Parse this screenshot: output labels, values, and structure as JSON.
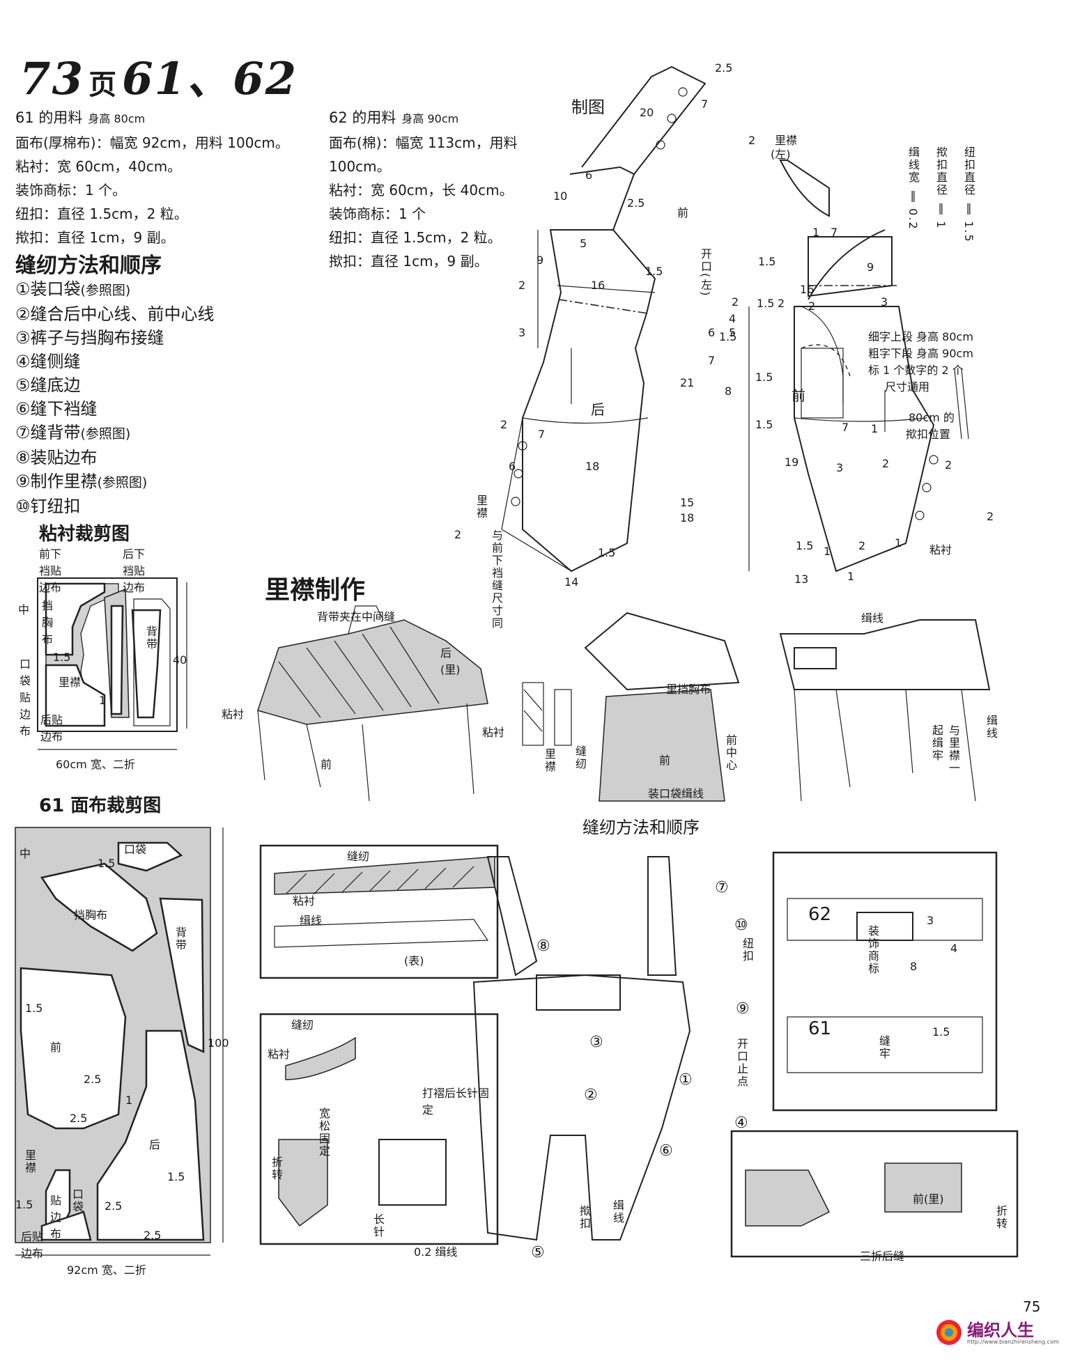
{
  "header": {
    "page_no": "73",
    "page_char": "页",
    "items": "61、62"
  },
  "materials_61": {
    "title": "61 的用料",
    "size": "身高 80cm",
    "lines": [
      "面布(厚棉布)：幅宽 92cm，用料 100cm。",
      "粘衬：宽 60cm，40cm。",
      "装饰商标：1 个。",
      "纽扣：直径 1.5cm，2 粒。",
      "揿扣：直径 1cm，9 副。"
    ]
  },
  "materials_62": {
    "title": "62 的用料",
    "size": "身高 90cm",
    "lines": [
      "面布(棉)：幅宽 113cm，用料",
      "100cm。",
      "粘衬：宽 60cm，长 40cm。",
      "装饰商标：1 个",
      "纽扣：直径 1.5cm，2 粒。",
      "揿扣：直径 1cm，9 副。"
    ]
  },
  "sewing": {
    "title": "缝纫方法和顺序",
    "steps": [
      {
        "no": "①",
        "text": "装口袋",
        "ref": "(参照图)"
      },
      {
        "no": "②",
        "text": "缝合后中心线、前中心线",
        "ref": ""
      },
      {
        "no": "③",
        "text": "裤子与挡胸布接缝",
        "ref": ""
      },
      {
        "no": "④",
        "text": "缝侧缝",
        "ref": ""
      },
      {
        "no": "⑤",
        "text": "缝底边",
        "ref": ""
      },
      {
        "no": "⑥",
        "text": "缝下裆缝",
        "ref": ""
      },
      {
        "no": "⑦",
        "text": "缝背带",
        "ref": "(参照图)"
      },
      {
        "no": "⑧",
        "text": "装贴边布",
        "ref": ""
      },
      {
        "no": "⑨",
        "text": "制作里襟",
        "ref": "(参照图)"
      },
      {
        "no": "⑩",
        "text": "钉纽扣",
        "ref": ""
      }
    ]
  },
  "interfacing_layout": {
    "title": "粘衬裁剪图",
    "labels": [
      "前下裆贴边布",
      "后下裆贴边布",
      "中",
      "挡胸布",
      "背带",
      "口袋贴边布",
      "里襟",
      "后贴边布",
      "40",
      "1.5",
      "1",
      "60cm 宽、二折"
    ]
  },
  "fabric_layout": {
    "title": "61 面布裁剪图",
    "labels": [
      "中",
      "口袋",
      "1.5",
      "挡胸布",
      "背带",
      "1.5",
      "前",
      "2.5",
      "2.5",
      "1",
      "后",
      "1.5",
      "2.5",
      "2.5",
      "里襟",
      "贴边布",
      "口袋",
      "后贴边布",
      "1.5",
      "100",
      "92cm 宽、二折"
    ]
  },
  "draft": {
    "title": "制图",
    "labels": [
      "2.5",
      "20",
      "7",
      "10",
      "6",
      "2.5",
      "5",
      "1.5",
      "9",
      "2",
      "16",
      "3",
      "21",
      "后",
      "2",
      "7",
      "6",
      "18",
      "15",
      "18",
      "2",
      "里襟",
      "与前下裆缝尺寸同",
      "1.5",
      "14",
      "2",
      "里襟",
      "(左)",
      "前",
      "1",
      "7",
      "1.5",
      "16",
      "9",
      "3",
      "开口(左)",
      "2",
      "1.5",
      "2",
      "2",
      "4",
      "5",
      "6",
      "1.5",
      "7",
      "1.5",
      "8",
      "1.5",
      "前",
      "7",
      "1",
      "19",
      "3",
      "2",
      "1.5",
      "1",
      "2",
      "13",
      "1",
      "缉线宽 ‖ 0.2",
      "揿扣直径 ‖ 1",
      "纽扣直径 ‖ 1.5",
      "细字上段 身高 80cm",
      "粗字下段 身高 90cm",
      "标 1 个数字的 2 个",
      "尺寸通用",
      "80cm 的",
      "揿扣位置",
      "2",
      "2",
      "1",
      "粘衬"
    ]
  },
  "placket": {
    "title": "里襟制作",
    "labels": [
      "背带夹在中间缝",
      "后(里)",
      "粘衬",
      "前",
      "粘衬",
      "里襟",
      "缝纫",
      "里挡胸布",
      "前",
      "装口袋缉线",
      "前中心",
      "缉线",
      "起缉牢",
      "与里襟一",
      "缉线"
    ]
  },
  "sewing_diagram": {
    "title": "缝纫方法和顺序",
    "labels": [
      "缝纫",
      "粘衬",
      "缉线",
      "(表)",
      "⑦",
      "⑩",
      "纽扣",
      "⑧",
      "⑨",
      "③",
      "开口止点",
      "①",
      "②",
      "④",
      "⑥",
      "⑤",
      "揿扣",
      "缉线",
      "62",
      "装饰商标",
      "3",
      "4",
      "8",
      "61",
      "缝牢",
      "1.5",
      "缝纫",
      "粘衬",
      "宽松固定",
      "折转",
      "打褶后长针固定",
      "长针",
      "0.2 缉线",
      "前(里)",
      "折转",
      "三折后缝"
    ]
  },
  "footer": {
    "page_number": "75",
    "logo_text": "编织人生",
    "logo_url": "http://www.bianzhirensheng.com"
  }
}
